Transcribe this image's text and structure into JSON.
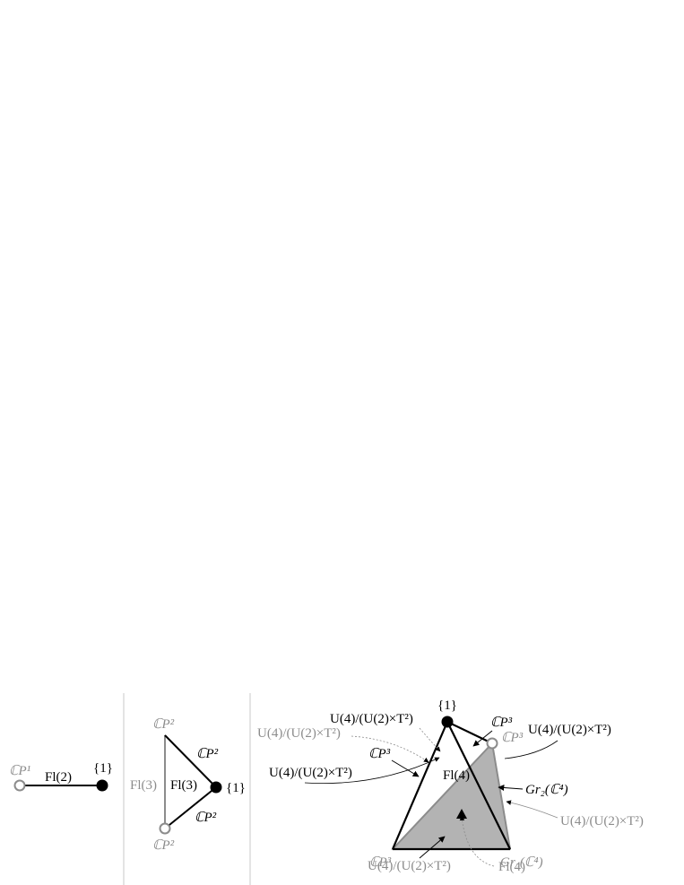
{
  "colors": {
    "ink": "#000000",
    "gray_text": "#8c8c8c",
    "face_fill": "#b3b3b3",
    "divider": "#c8c8c8"
  },
  "panel1": {
    "left_label": "ℂP¹",
    "edge_label": "Fl(2)",
    "right_label": "{1}"
  },
  "panel2": {
    "top_label": "ℂP²",
    "bottom_label": "ℂP²",
    "left_edge_label": "Fl(3)",
    "center_label": "Fl(3)",
    "vertex_label": "{1}",
    "upper_edge_label": "ℂP²",
    "lower_edge_label": "ℂP²"
  },
  "panel3": {
    "apex_label": "{1}",
    "bottom_left_label": "ℂP³",
    "bottom_right_label": "Gr₂(ℂ⁴)",
    "gray_vertex_label": "ℂP³",
    "face_label": "Fl(4)",
    "callouts": {
      "top_left": "U(4)/(U(2)×T²)",
      "top_right_cp3": "ℂP³",
      "top_right": "U(4)/(U(2)×T²)",
      "left_gray": "U(4)/(U(2)×T²)",
      "left_cp3": "ℂP³",
      "mid_left": "U(4)/(U(2)×T²)",
      "gr24_right": "Gr₂(ℂ⁴)",
      "right_gray": "U(4)/(U(2)×T²)",
      "bottom_gray": "U(4)/(U(2)×T²)",
      "bottom_fl4": "Fl(4)"
    }
  }
}
